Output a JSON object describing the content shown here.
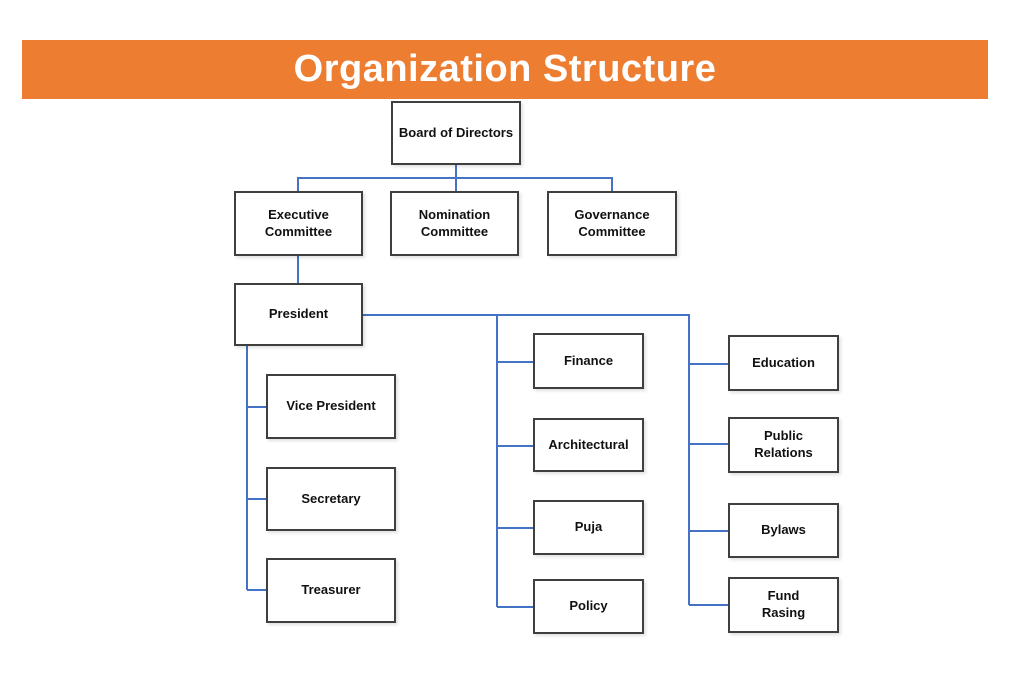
{
  "slide": {
    "title": "Organization Structure",
    "banner_color": "#ED7D31",
    "connector_color": "#4472C4",
    "box_border_color": "#3F3F3F",
    "box_fill_color": "#FFFFFF",
    "title_text_color": "#FFFFFF",
    "node_text_color": "#111111"
  },
  "nodes": {
    "board": {
      "label": "Board of Directors"
    },
    "executive": {
      "label": "Executive\nCommittee"
    },
    "nomination": {
      "label": "Nomination\nCommittee"
    },
    "governance": {
      "label": "Governance\nCommittee"
    },
    "president": {
      "label": "President"
    },
    "vice_president": {
      "label": "Vice President"
    },
    "secretary": {
      "label": "Secretary"
    },
    "treasurer": {
      "label": "Treasurer"
    },
    "finance": {
      "label": "Finance"
    },
    "architectural": {
      "label": "Architectural"
    },
    "puja": {
      "label": "Puja"
    },
    "policy": {
      "label": "Policy"
    },
    "education": {
      "label": "Education"
    },
    "public_relations": {
      "label": "Public\nRelations"
    },
    "bylaws": {
      "label": "Bylaws"
    },
    "fund_raising": {
      "label": "Fund\nRasing"
    }
  }
}
